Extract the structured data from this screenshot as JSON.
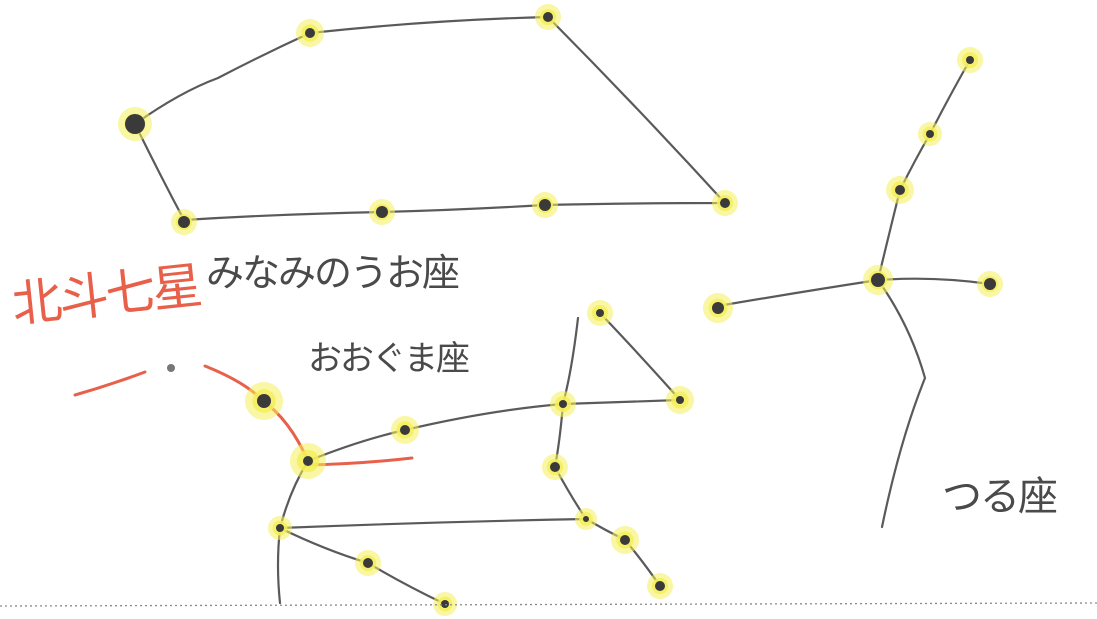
{
  "labels": {
    "hokuto": "北斗七星",
    "minaminouo": "みなみのうお座",
    "ookuma": "おおぐま座",
    "tsuru": "つる座"
  },
  "colors": {
    "ink": "#5a5a5a",
    "star_core": "#3a3a3a",
    "star_glow": "#f4ef5a",
    "red": "#e8604a",
    "page": "#ffffff",
    "dotted_line": "#8a8a8a"
  },
  "icons": {
    "star": "yellow-highlighted-dot",
    "small_star": "gray-dot"
  }
}
